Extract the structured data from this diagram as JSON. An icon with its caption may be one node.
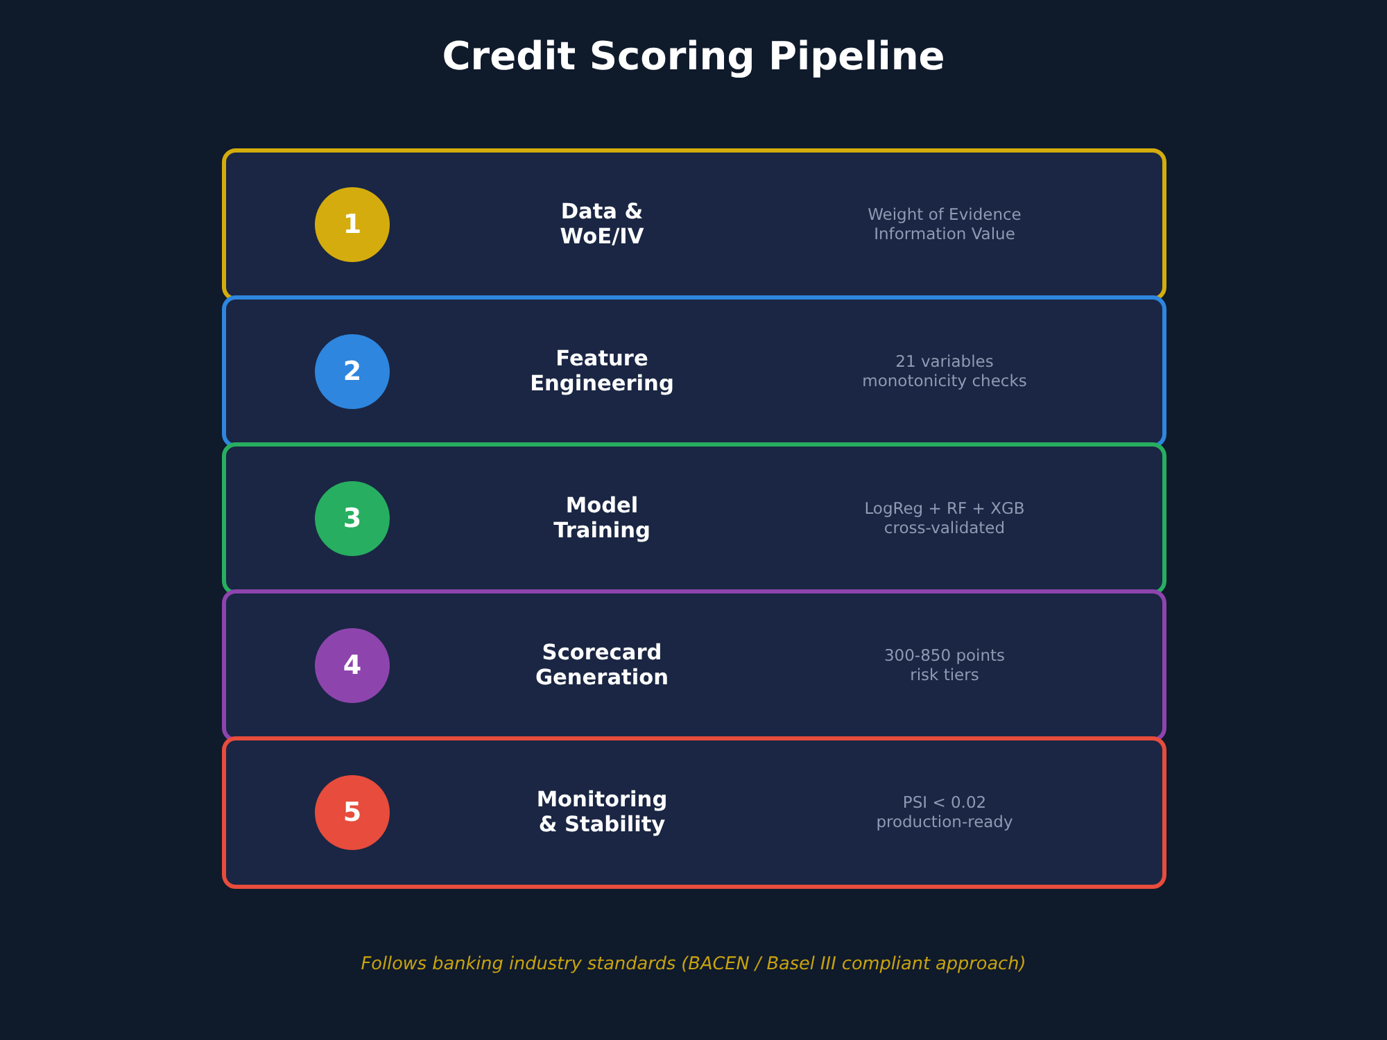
{
  "diagram": {
    "title": "Credit Scoring Pipeline",
    "nodes": [
      {
        "text": [
          "Data & WoE/IV",
          "Weight of Evidence Information Value"
        ]
      },
      {
        "text": [
          "1"
        ],
        "in": 0
      },
      {
        "text": [
          "Feature Engineering",
          "21 variables monotonicity checks"
        ]
      },
      {
        "text": [
          "2"
        ],
        "in": 2
      },
      {
        "text": [
          "Model Training",
          "LogReg + RF + XGB cross-validated"
        ]
      },
      {
        "text": [
          "3"
        ],
        "in": 4
      },
      {
        "text": [
          "Scorecard Generation",
          "300-850 points risk tiers"
        ]
      },
      {
        "text": [
          "4"
        ],
        "in": 6
      },
      {
        "text": [
          "Monitoring & Stability",
          "PSI < 0.02 production-ready"
        ]
      },
      {
        "text": [
          "5"
        ],
        "in": 8
      }
    ],
    "caption": "Follows banking industry standards (BACEN / Basel III compliant approach)"
  }
}
